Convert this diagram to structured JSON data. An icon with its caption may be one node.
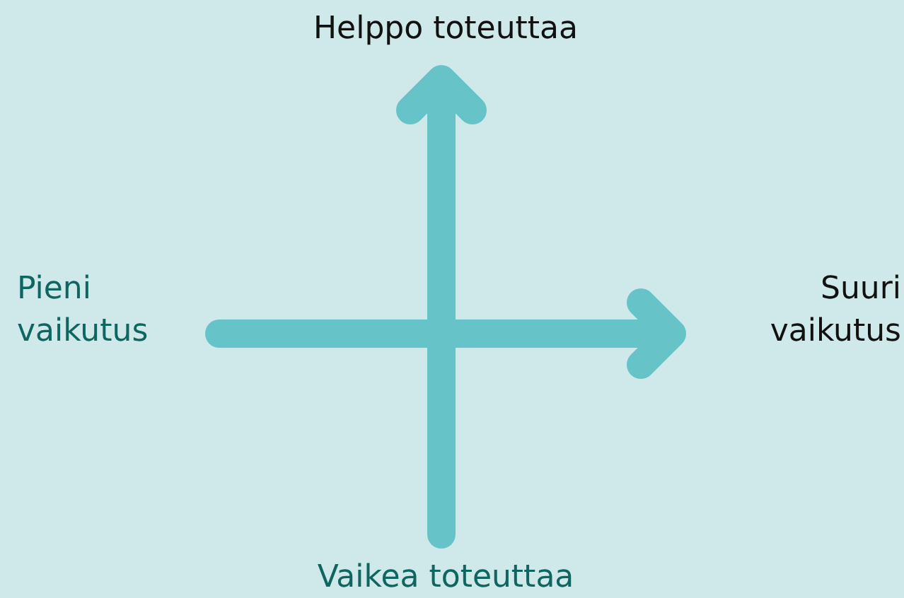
{
  "diagram": {
    "labels": [
      "Helppo toteuttaa",
      "Pieni vaikutus",
      "Suuri vaikutus",
      "Vaikea toteuttaa"
    ]
  }
}
